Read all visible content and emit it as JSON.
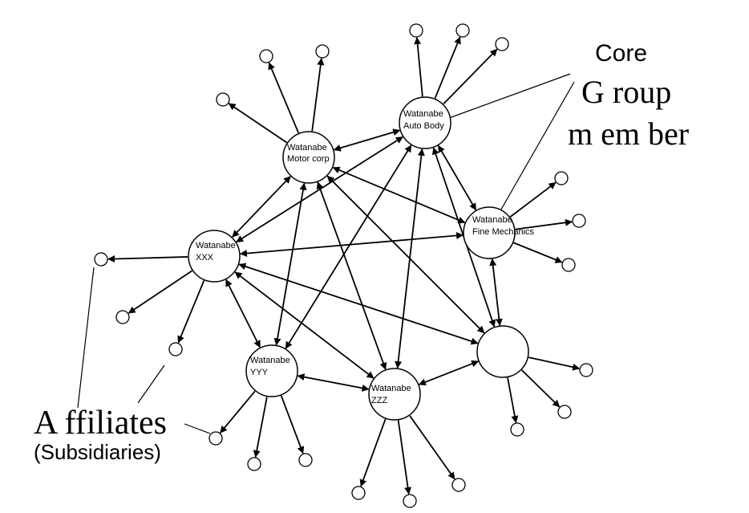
{
  "diagram": {
    "nodes": {
      "motor": {
        "line1": "Watanabe",
        "line2": "Motor corp"
      },
      "auto": {
        "line1": "Watanabe",
        "line2": "Auto Body"
      },
      "fine": {
        "line1": "Watanabe",
        "line2": "Fine Mechanics"
      },
      "xxx": {
        "line1": "Watanabe",
        "line2": "XXX"
      },
      "yyy": {
        "line1": "Watanabe",
        "line2": "YYY"
      },
      "zzz": {
        "line1": "Watanabe",
        "line2": "ZZZ"
      }
    },
    "callouts": {
      "core": "Core",
      "group": "G roup",
      "member": "m em ber",
      "affiliates": "A ffiliates",
      "subsidiaries": "(Subsidiaries)"
    }
  }
}
